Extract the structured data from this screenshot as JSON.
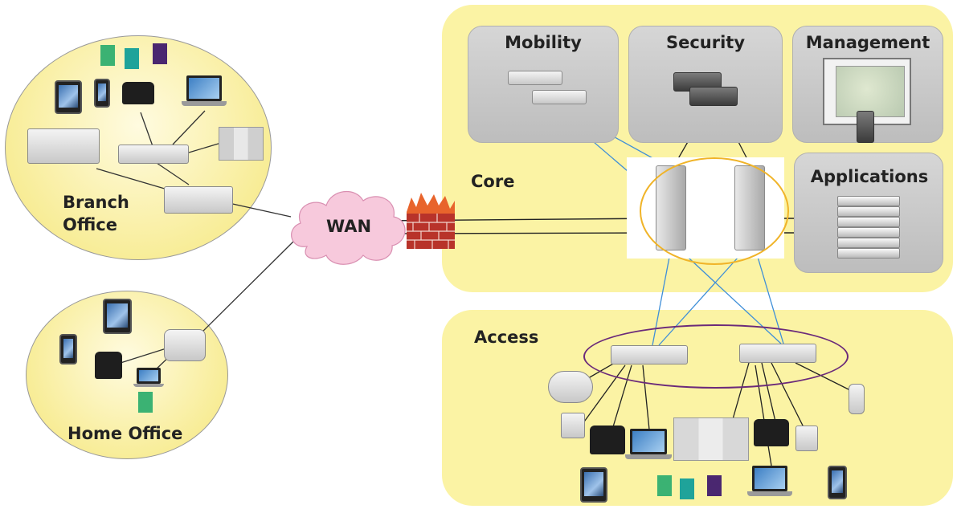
{
  "labels": {
    "branch_office": "Branch\nOffice",
    "home_office": "Home Office",
    "wan": "WAN",
    "core": "Core",
    "access": "Access"
  },
  "panels": {
    "mobility": "Mobility",
    "security": "Security",
    "management": "Management",
    "applications": "Applications"
  },
  "colors": {
    "zone_fill": "#fbf3a4",
    "core_fill": "#fbf3a4",
    "cloud": "#f7c9dc",
    "firewall": "#c0392b",
    "core_ring": "#f0b429",
    "access_ring": "#6b2a7a",
    "blue_link": "#3f8fd8",
    "black_link": "#222222",
    "person_green": "#3bb273",
    "person_teal": "#1fa39a",
    "person_purple": "#4a2770"
  },
  "icons": [
    "user-icon",
    "tablet-icon",
    "phone-icon",
    "laptop-icon",
    "switch-icon",
    "router-icon",
    "firewall-icon",
    "server-rack-icon",
    "video-conference-icon",
    "printer-icon",
    "access-point-icon"
  ]
}
